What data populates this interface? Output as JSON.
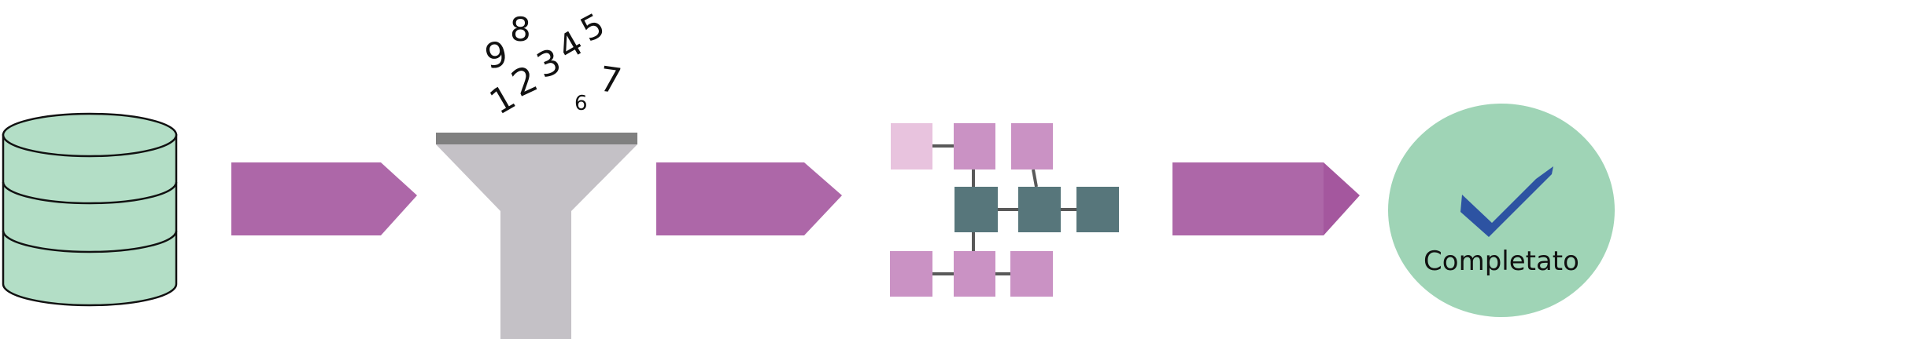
{
  "digits": [
    "9",
    "8",
    "1",
    "2",
    "3",
    "4",
    "5",
    "6",
    "7"
  ],
  "completion": {
    "label": "Completato"
  },
  "colors": {
    "database_fill": "#b3dec6",
    "arrow_fill": "#ad67a8",
    "funnel_fill": "#c4c1c6",
    "funnel_rim": "#808080",
    "node_light": "#e8c3de",
    "node_pink": "#ca92c4",
    "node_teal": "#57767b",
    "edge": "#595959",
    "circle_fill": "#9fd4b6",
    "check_fill": "#2d53a2"
  },
  "icons": [
    "database-icon",
    "arrow-icon",
    "funnel-icon",
    "network-graph-icon",
    "checkmark-icon"
  ]
}
